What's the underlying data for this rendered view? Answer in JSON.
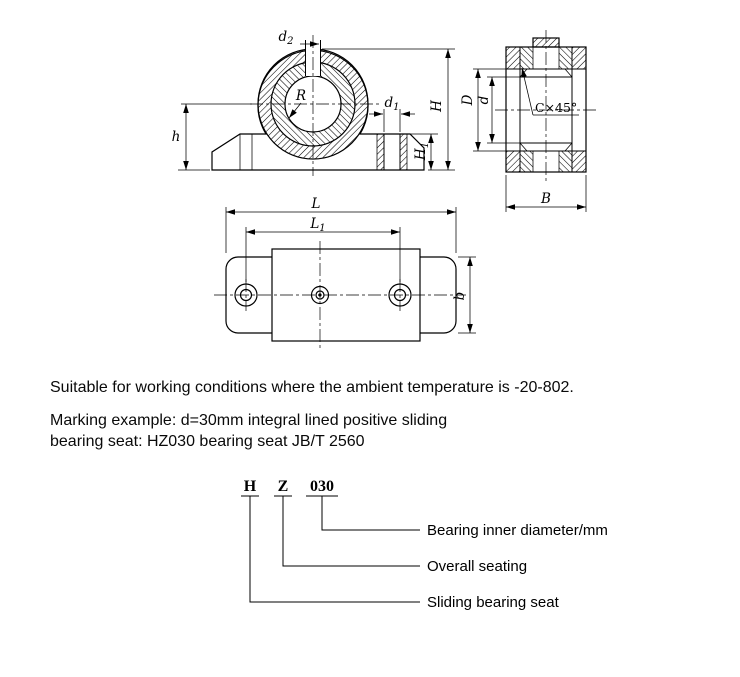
{
  "dims": {
    "d2": {
      "base": "d",
      "sub": "2"
    },
    "d1": {
      "base": "d",
      "sub": "1"
    },
    "R": "R",
    "h": "h",
    "H": "H",
    "H1": {
      "base": "H",
      "sub": "1"
    },
    "D": "D",
    "d": "d",
    "chamfer": "C×45°",
    "B": "B",
    "L": "L",
    "L1": {
      "base": "L",
      "sub": "1"
    },
    "b": "b"
  },
  "notes": {
    "suitability": "Suitable for working conditions where the ambient temperature is -20-802.",
    "marking_line1": "Marking example: d=30mm integral lined positive sliding",
    "marking_line2": "bearing seat: HZ030 bearing seat JB/T 2560"
  },
  "designation": {
    "codes": [
      {
        "text": "H",
        "label": "Sliding bearing seat"
      },
      {
        "text": "Z",
        "label": "Overall seating"
      },
      {
        "text": "030",
        "label": "Bearing inner diameter/mm"
      }
    ]
  }
}
